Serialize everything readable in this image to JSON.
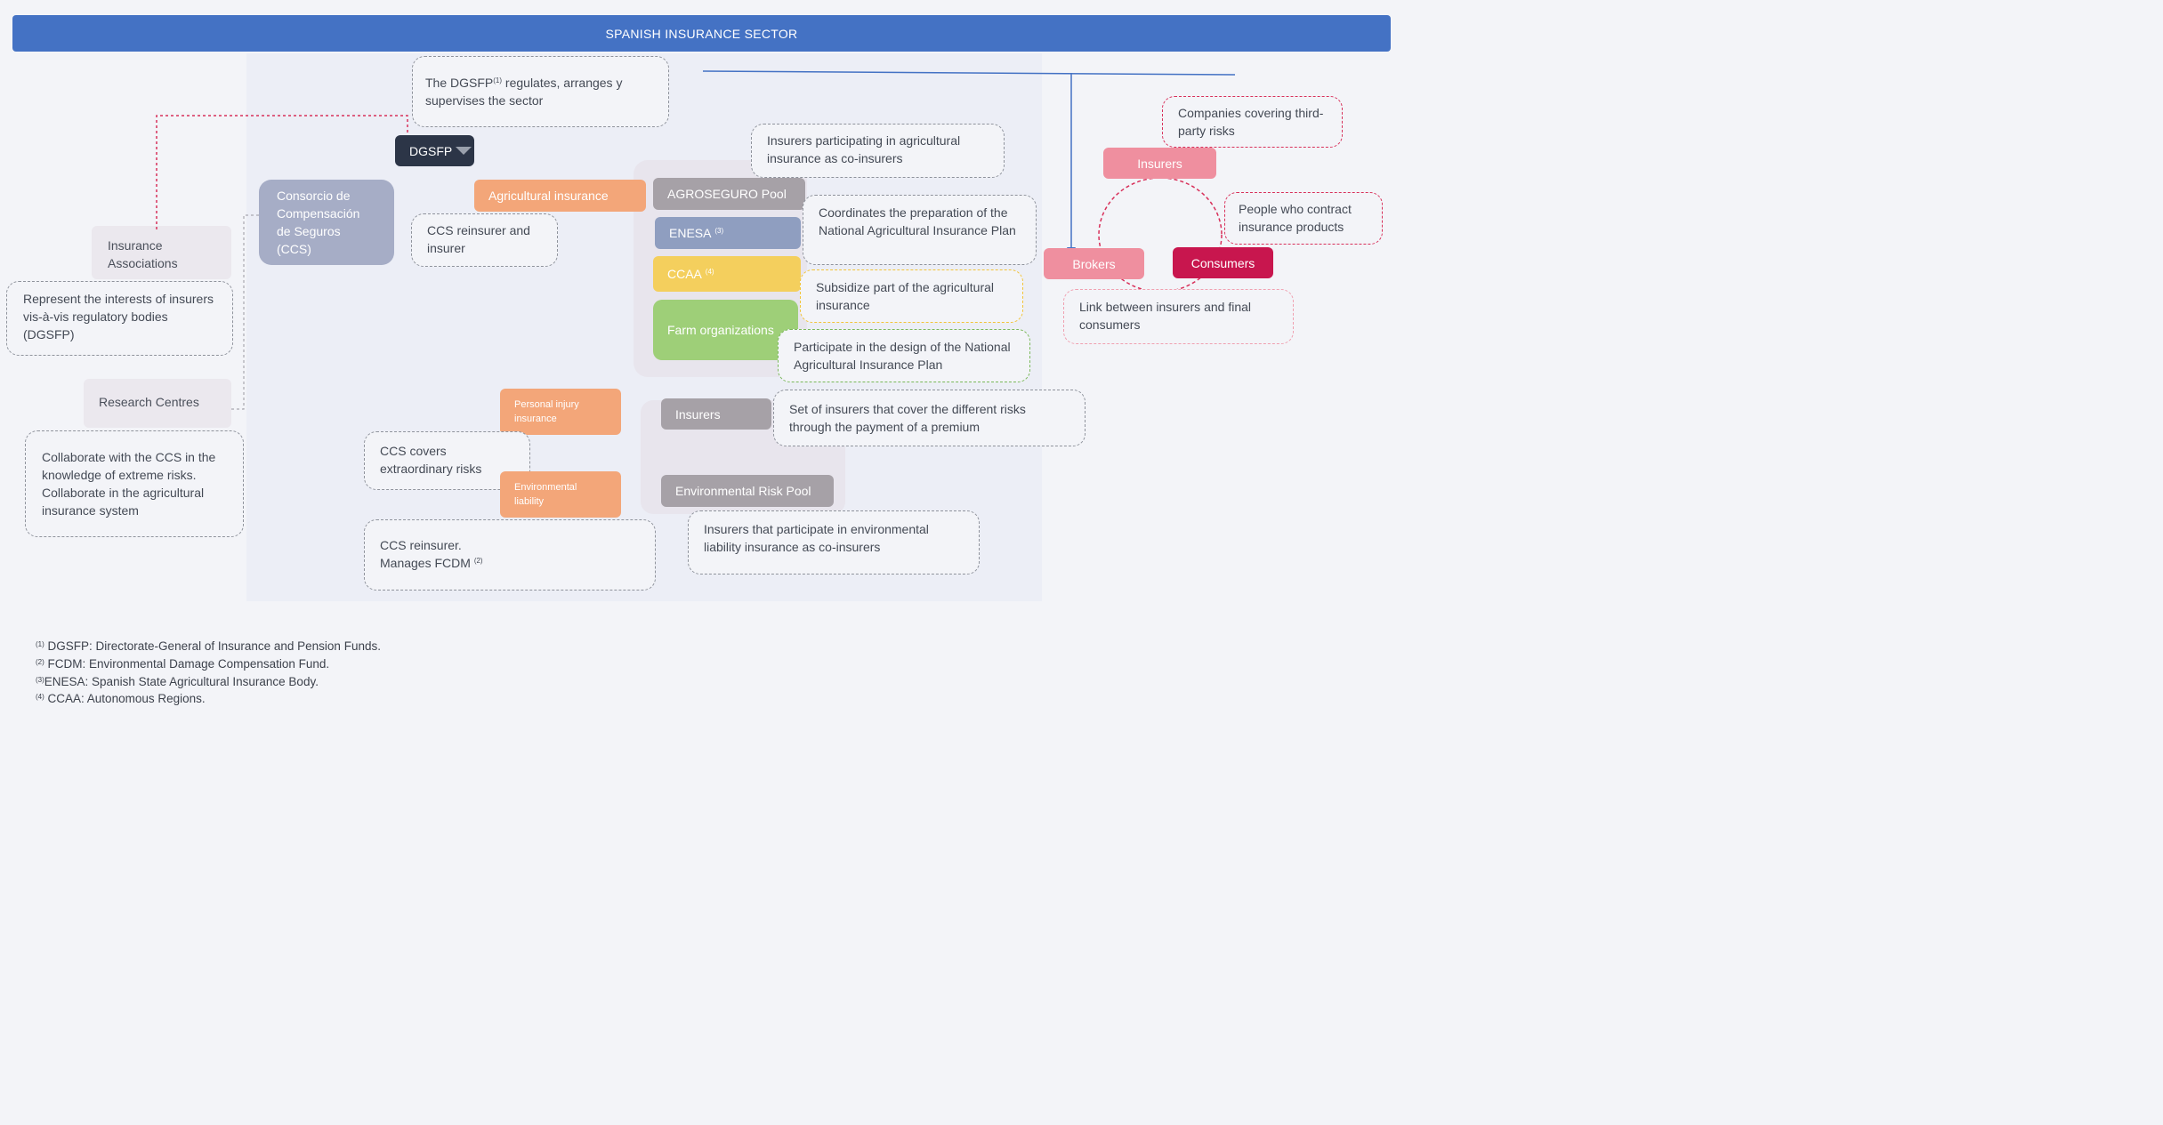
{
  "header": {
    "title": "SPANISH INSURANCE SECTOR"
  },
  "sup": {
    "1": "(1)",
    "2": "(2)",
    "3": "(3)",
    "4": "(4)"
  },
  "nodes": {
    "dgsfp": "DGSFP",
    "dgsfp_note": {
      "pre": "The DGSFP",
      "post": " regulates, arranges y supervises the sector"
    },
    "insurance_associations": "Insurance Associations",
    "insurance_associations_note": "Represent the interests of insurers vis-à-vis regulatory bodies (DGSFP)",
    "research_centres": "Research Centres",
    "research_centres_note": "Collaborate with the CCS in the knowledge of extreme risks. Collaborate in the agricultural insurance system",
    "ccs": "Consorcio de Compensación de Seguros (CCS)",
    "agricultural_insurance": "Agricultural insurance",
    "agricultural_insurance_note": "CCS reinsurer and insurer",
    "personal_injury": "Personal injury insurance",
    "personal_injury_note": "CCS covers extraordinary risks",
    "environmental_liability": "Environmental liability",
    "environmental_liability_note": {
      "pre": "CCS reinsurer. Manages FCDM",
      "post": ""
    },
    "agroseguro": "AGROSEGURO Pool",
    "agroseguro_note": "Insurers participating in agricultural insurance as co-insurers",
    "enesa": "ENESA",
    "enesa_note": "Coordinates the preparation of the National Agricultural Insurance Plan",
    "ccaa": "CCAA",
    "ccaa_note": "Subsidize part of the agricultural insurance",
    "farm_organizations": "Farm organizations",
    "farm_organizations_note": "Participate in the design of the National Agricultural Insurance Plan",
    "insurers_center": "Insurers",
    "insurers_center_note": "Set of insurers that cover the different risks through the payment of a premium",
    "env_risk_pool": "Environmental Risk Pool",
    "env_risk_pool_note": "Insurers that participate in environmental liability insurance as co-insurers",
    "insurers_right": "Insurers",
    "insurers_right_note": "Companies covering third-party risks",
    "brokers": "Brokers",
    "brokers_note": "Link between insurers and final consumers",
    "consumers": "Consumers",
    "consumers_note": "People who contract insurance products"
  },
  "footnotes": [
    {
      "mark": "(1)",
      "text": " DGSFP: Directorate-General of Insurance and Pension Funds."
    },
    {
      "mark": "(2)",
      "text": " FCDM: Environmental Damage Compensation Fund."
    },
    {
      "mark": "(3)",
      "text": "ENESA: Spanish State Agricultural Insurance Body."
    },
    {
      "mark": "(4)",
      "text": " CCAA: Autonomous Regions."
    }
  ],
  "colors": {
    "header": "#4472c4",
    "dgsfp": "#2c3547",
    "ccs": "#a6adc6",
    "orange": "#f3a679",
    "gray": "#a6a1a7",
    "enesa": "#8f9ec0",
    "ccaa": "#f4cf5d",
    "farm": "#9ecf78",
    "pink": "#ef8f9f",
    "consumers": "#c8164e"
  }
}
